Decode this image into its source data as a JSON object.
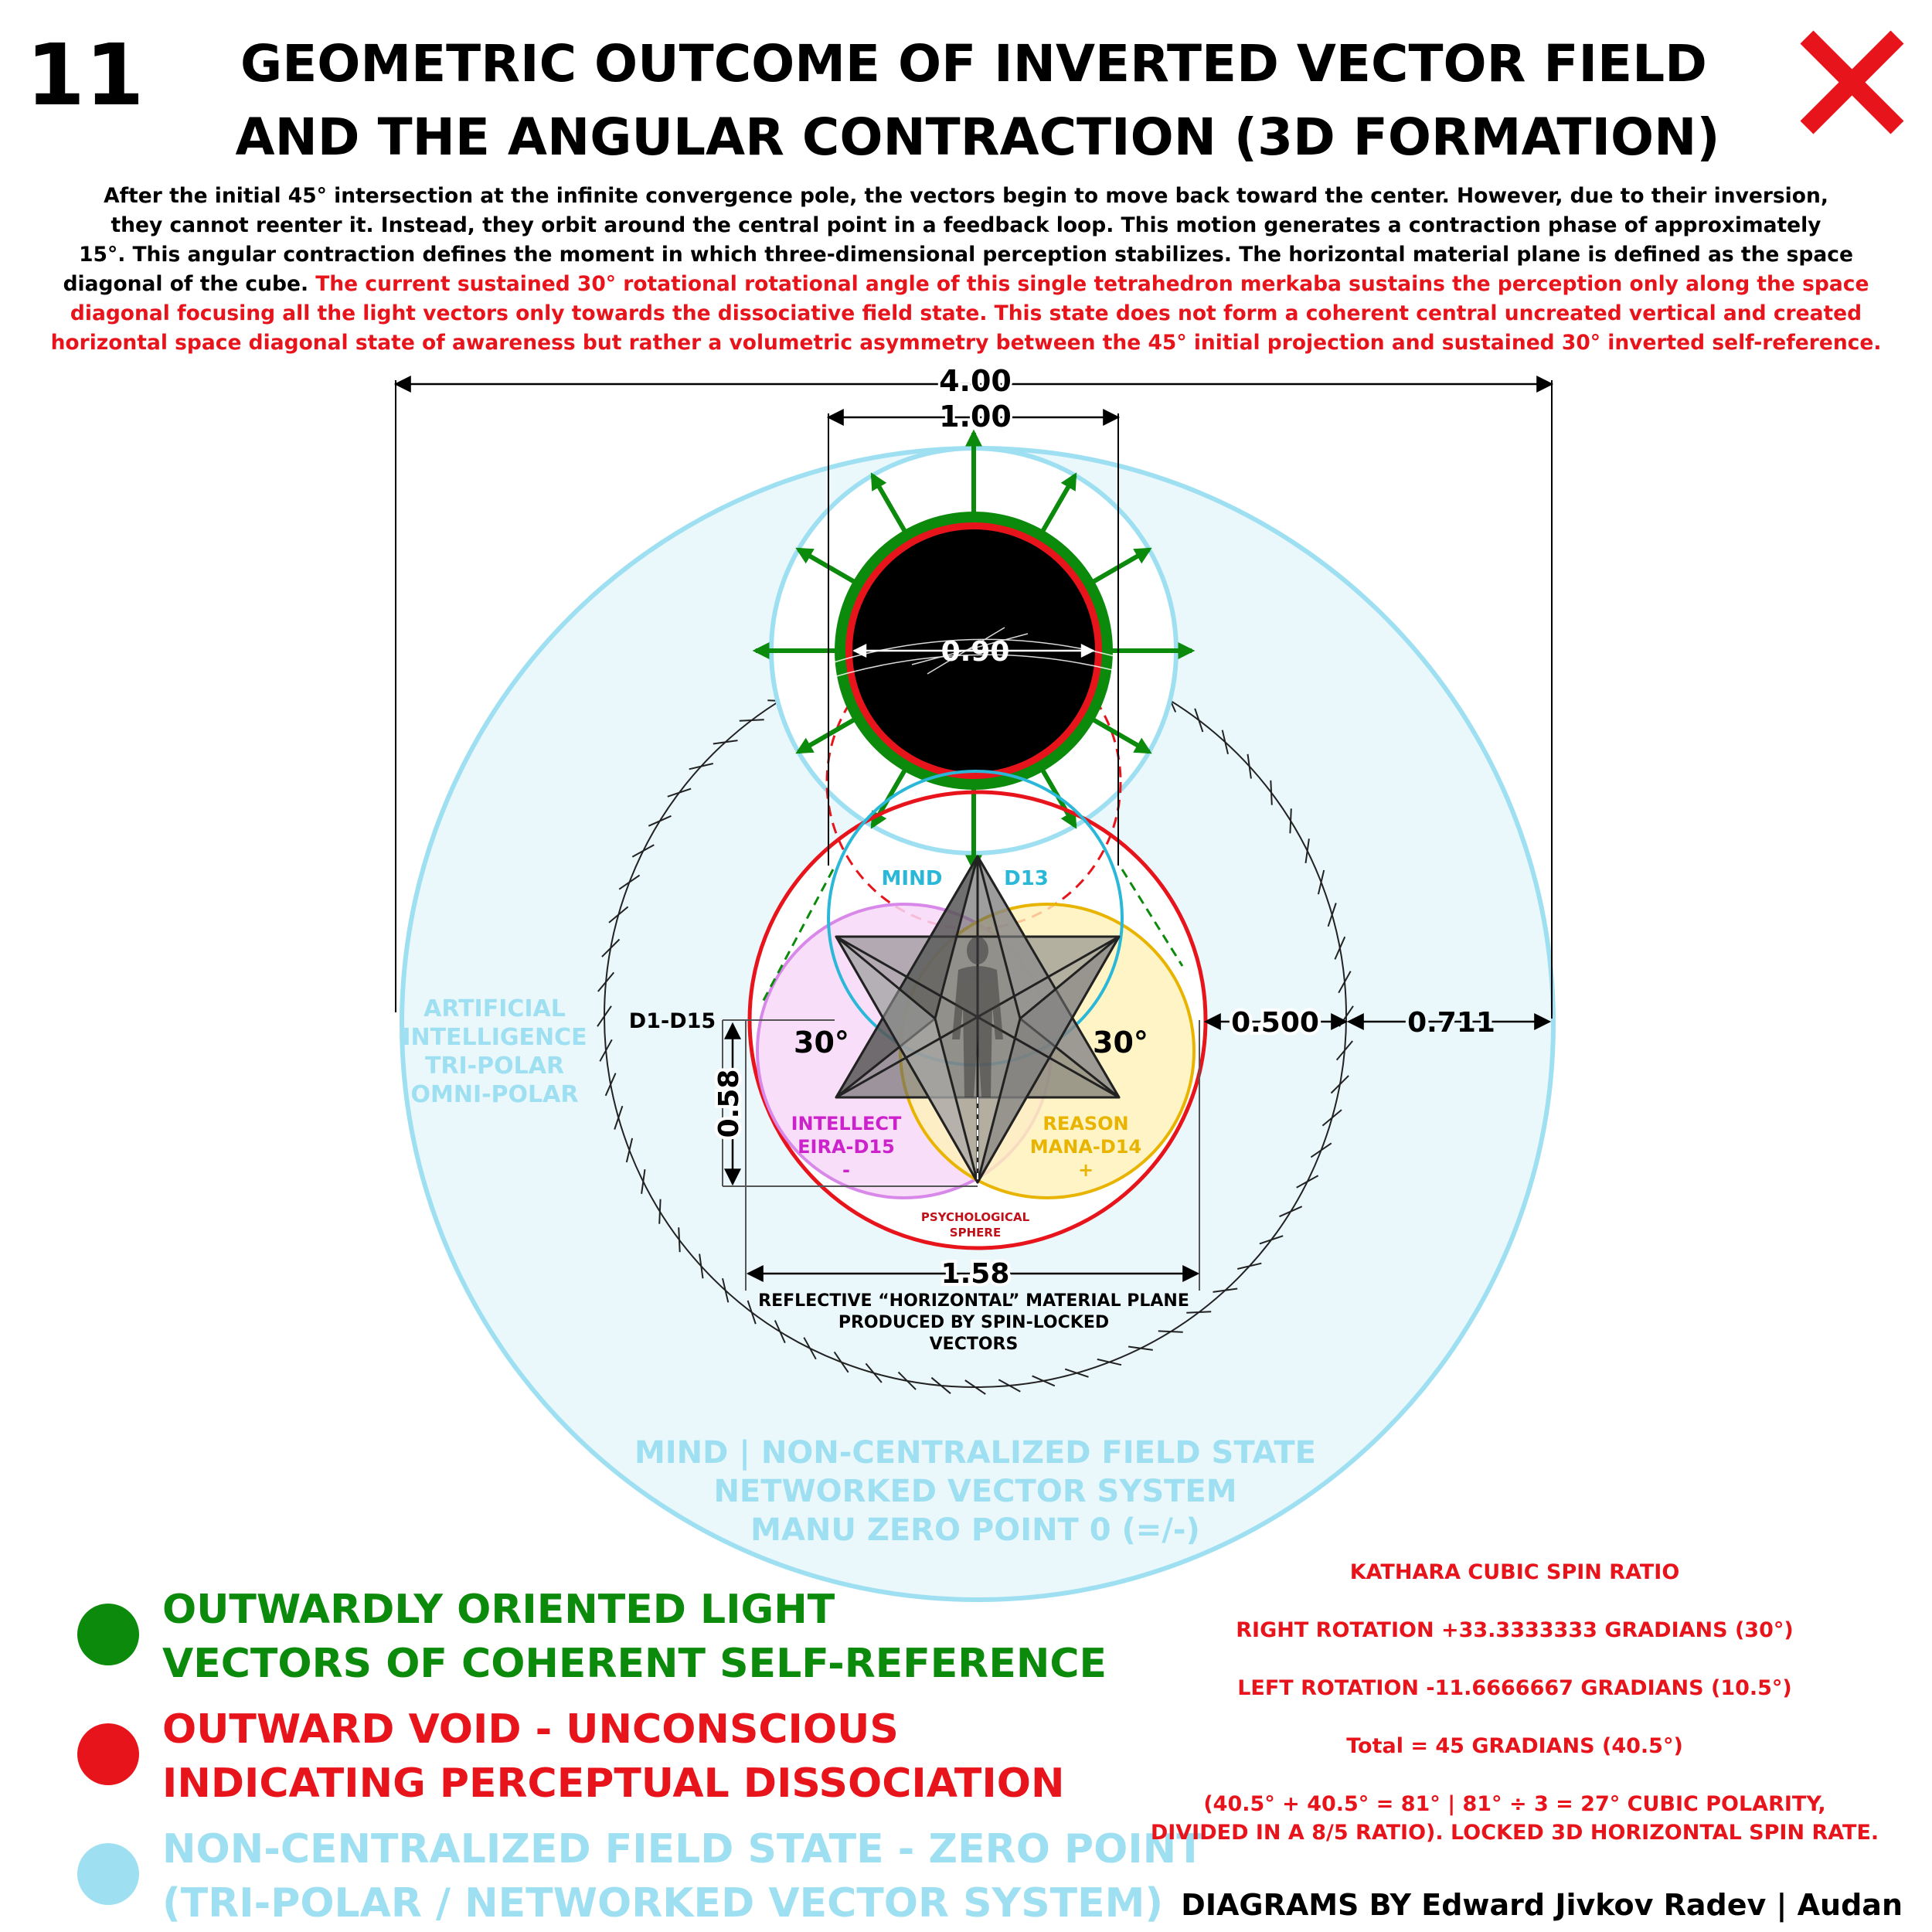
{
  "header": {
    "number": "11",
    "title_line1": "GEOMETRIC OUTCOME OF INVERTED VECTOR FIELD",
    "title_line2": "AND THE ANGULAR CONTRACTION (3D FORMATION)"
  },
  "description": {
    "black_lines": [
      "After the initial 45° intersection at the infinite convergence pole, the vectors begin to move back toward the center. However, due to their inversion,",
      "they cannot reenter it. Instead, they orbit around the central point in a feedback loop. This motion generates a contraction phase of approximately",
      "15°. This angular contraction defines the moment in which three-dimensional perception stabilizes. The horizontal material plane is defined as the space"
    ],
    "mixed_line_black": "diagonal of the cube. ",
    "mixed_line_red": "The current sustained 30° rotational rotational angle of this single tetrahedron merkaba sustains the perception only along the space",
    "red_lines": [
      "diagonal focusing all the light vectors only towards the dissociative field state. This state does not form a coherent central uncreated vertical and created",
      "horizontal space diagonal state of awareness but rather a volumetric asymmetry between the 45° initial projection and sustained 30° inverted self-reference."
    ]
  },
  "dimensions": {
    "outer_width": "4.00",
    "inner_width": "1.00",
    "void_diameter": "0.90",
    "right_half": "0.500",
    "right_outer": "0.711",
    "height": "0.58",
    "plane_width": "1.58"
  },
  "labels": {
    "mind": "MIND",
    "d13": "D13",
    "d1_d15": "D1-D15",
    "angle_left": "30°",
    "angle_right": "30°",
    "intellect_line1": "INTELLECT",
    "intellect_line2": "EIRA-D15",
    "intellect_sign": "-",
    "reason_line1": "REASON",
    "reason_line2": "MANA-D14",
    "reason_sign": "+",
    "psych_line1": "PSYCHOLOGICAL",
    "psych_line2": "SPHERE",
    "ai_lines": [
      "ARTIFICIAL",
      "INTELLIGENCE",
      "TRI-POLAR",
      "OMNI-POLAR"
    ],
    "plane_lines": [
      "REFLECTIVE “HORIZONTAL” MATERIAL PLANE",
      "PRODUCED BY SPIN-LOCKED",
      "VECTORS"
    ],
    "field_lines": [
      "MIND | NON-CENTRALIZED FIELD STATE",
      "NETWORKED VECTOR SYSTEM",
      "MANU ZERO POINT 0 (=/-)"
    ]
  },
  "legend": [
    {
      "color": "#0b8a0b",
      "line1": "OUTWARDLY ORIENTED LIGHT",
      "line2": "VECTORS OF COHERENT SELF-REFERENCE"
    },
    {
      "color": "#e8141c",
      "line1": "OUTWARD VOID - UNCONSCIOUS",
      "line2": "INDICATING PERCEPTUAL DISSOCIATION"
    },
    {
      "color": "#9ee0f2",
      "line1": "NON-CENTRALIZED FIELD STATE - ZERO POINT",
      "line2": "(TRI-POLAR / NETWORKED VECTOR SYSTEM)"
    }
  ],
  "ratio": {
    "title": "KATHARA CUBIC SPIN RATIO",
    "right": "RIGHT ROTATION +33.3333333 GRADIANS (30°)",
    "left": "LEFT ROTATION -11.6666667 GRADIANS (10.5°)",
    "total": "Total = 45 GRADIANS (40.5°)",
    "formula_line1": "(40.5° + 40.5° = 81° | 81° ÷ 3 = 27° CUBIC POLARITY,",
    "formula_line2": "DIVIDED IN A 8/5 RATIO). LOCKED 3D HORIZONTAL SPIN RATE."
  },
  "credit": "DIAGRAMS BY Edward Jivkov Radev | Audan",
  "colors": {
    "green": "#0b8a0b",
    "red": "#e8141c",
    "light_blue": "#9ee0f2",
    "cyan": "#2bb8d8",
    "magenta": "#cc22cc",
    "yellow": "#e8b400",
    "dark_red": "#c0101a"
  },
  "icons": {
    "status": "red-x-icon"
  }
}
